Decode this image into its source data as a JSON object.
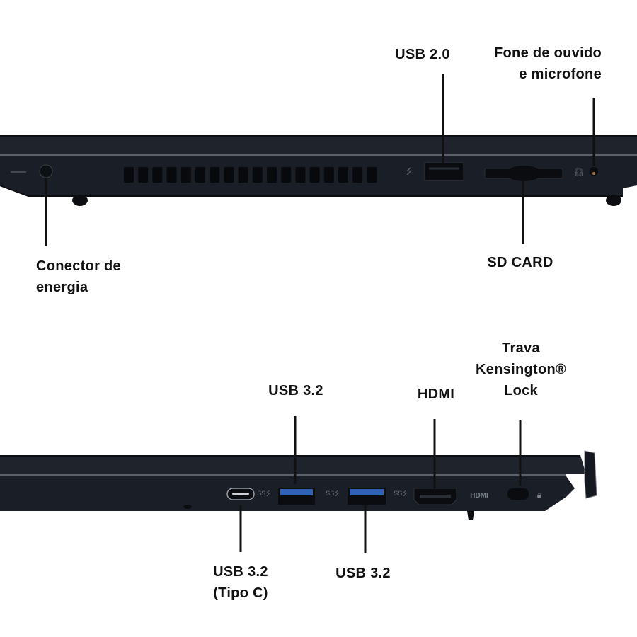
{
  "left_side_view": {
    "labels": {
      "usb20": "USB 2.0",
      "headphone_line1": "Fone de ouvido",
      "headphone_line2": "e microfone",
      "power_line1": "Conector de",
      "power_line2": "energia",
      "sdcard": "SD CARD"
    }
  },
  "right_side_view": {
    "labels": {
      "usb32_top": "USB 3.2",
      "hdmi": "HDMI",
      "lock_line1": "Trava",
      "lock_line2": "Kensington®",
      "lock_line3": "Lock",
      "usbc_line1": "USB 3.2",
      "usbc_line2": "(Tipo C)",
      "usb32_bottom": "USB 3.2"
    },
    "port_markings": {
      "hdmi_logo": "HDMI"
    }
  },
  "colors": {
    "chassis": "#1c212a",
    "chassis_dark": "#11151b",
    "usb3_blue": "#2f63b8",
    "line": "#111111"
  }
}
